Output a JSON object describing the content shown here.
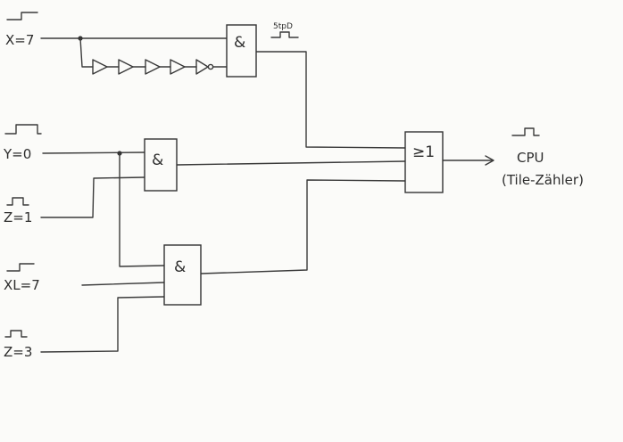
{
  "inputs": {
    "x": "X=7",
    "y": "Y=0",
    "z1": "Z=1",
    "xl": "XL=7",
    "z3": "Z=3"
  },
  "gates": {
    "and_top": "&",
    "and_mid": "&",
    "and_low": "&",
    "or_main": "≥1"
  },
  "pulse_note": "5tpD",
  "output": {
    "label": "CPU",
    "sublabel": "(Tile-Zähler)"
  }
}
